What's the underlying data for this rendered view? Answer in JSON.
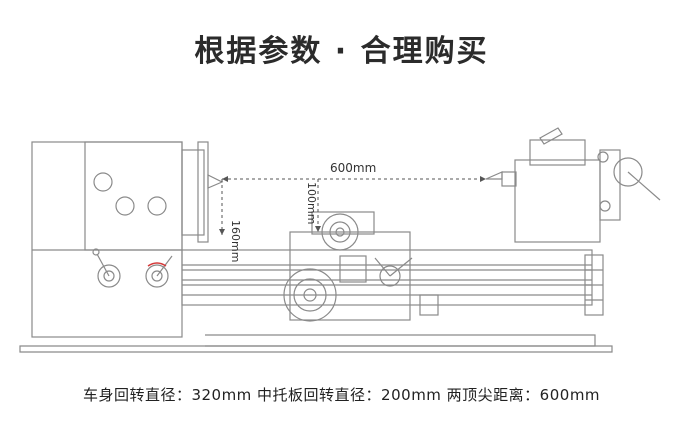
{
  "title": "根据参数 · 合理购买",
  "dimensions": {
    "center_distance": "600mm",
    "center_height": "160mm",
    "cross_slide_height": "100mm"
  },
  "caption": "车身回转直径：320mm 中托板回转直径：200mm 两顶尖距离：600mm",
  "colors": {
    "line": "#8a8a8a",
    "dimension": "#555555",
    "accent_red": "#d43a3a",
    "title": "#2b2b2b"
  }
}
